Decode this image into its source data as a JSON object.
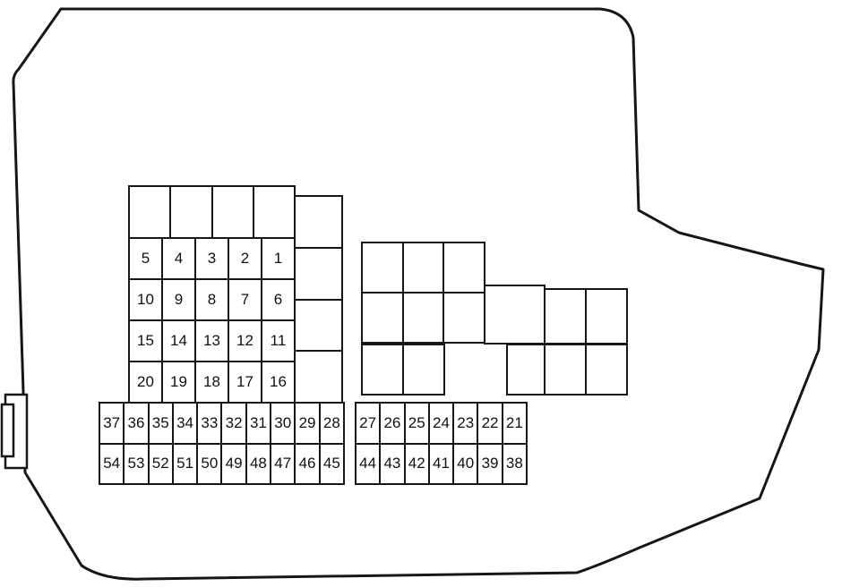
{
  "diagram": {
    "colors": {
      "line": "#161616",
      "background": "#ffffff"
    },
    "main_grid": {
      "rows": [
        [
          "5",
          "4",
          "3",
          "2",
          "1"
        ],
        [
          "10",
          "9",
          "8",
          "7",
          "6"
        ],
        [
          "15",
          "14",
          "13",
          "12",
          "11"
        ],
        [
          "20",
          "19",
          "18",
          "17",
          "16"
        ]
      ]
    },
    "bottom_left_strip": {
      "rows": [
        [
          "37",
          "36",
          "35",
          "34",
          "33",
          "32",
          "31",
          "30",
          "29",
          "28"
        ],
        [
          "54",
          "53",
          "52",
          "51",
          "50",
          "49",
          "48",
          "47",
          "46",
          "45"
        ]
      ]
    },
    "bottom_right_strip": {
      "rows": [
        [
          "27",
          "26",
          "25",
          "24",
          "23",
          "22",
          "21"
        ],
        [
          "44",
          "43",
          "42",
          "41",
          "40",
          "39",
          "38"
        ]
      ]
    }
  }
}
